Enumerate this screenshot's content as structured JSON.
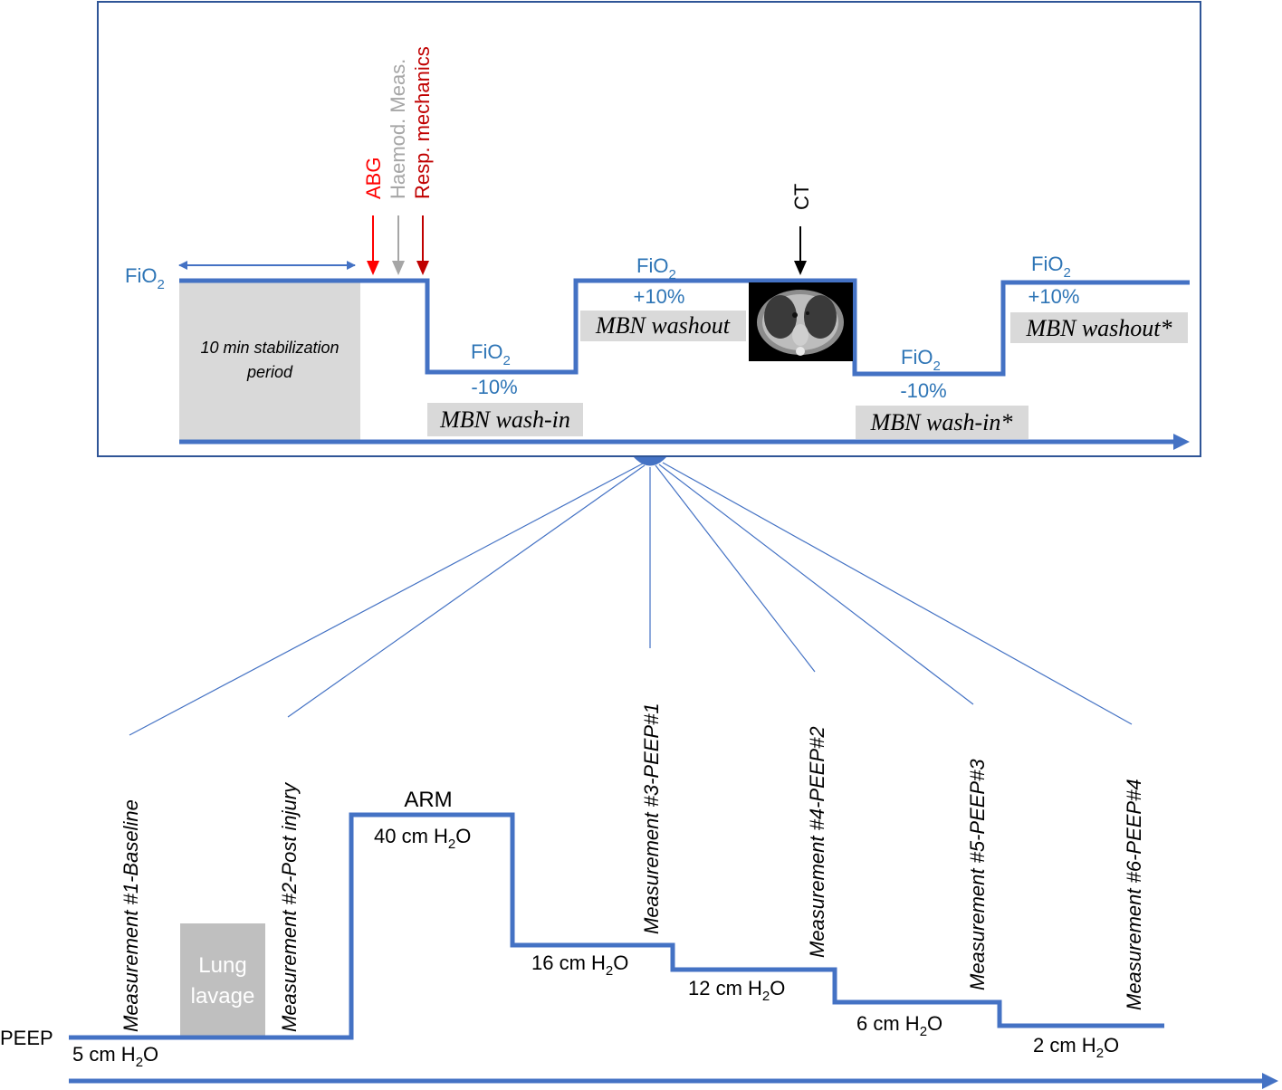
{
  "colors": {
    "line_blue": "#4472c4",
    "label_blue": "#2e75b6",
    "frame_navy": "#2f5597",
    "abg_red": "#ff0000",
    "haemod_gray": "#a6a6a6",
    "resp_darkred": "#c00000",
    "box_gray": "#d9d9d9",
    "lavage_gray": "#bfbfbf",
    "text_black": "#000000"
  },
  "top_panel": {
    "fio2_label": "FiO",
    "fio2_sub": "2",
    "stabilization": [
      "10 min stabilization",
      "period"
    ],
    "markers": {
      "abg": "ABG",
      "haemod": "Haemod. Meas.",
      "resp": "Resp. mechanics",
      "ct": "CT"
    },
    "steps": [
      {
        "fio2": "FiO",
        "sub": "2",
        "change": "-10%",
        "phase": "MBN wash-in"
      },
      {
        "fio2": "FiO",
        "sub": "2",
        "change": "+10%",
        "phase": "MBN washout"
      },
      {
        "fio2": "FiO",
        "sub": "2",
        "change": "-10%",
        "phase": "MBN wash-in*"
      },
      {
        "fio2": "FiO",
        "sub": "2",
        "change": "+10%",
        "phase": "MBN washout*"
      }
    ],
    "ct_image": "lung-ct-scan-image"
  },
  "bottom_panel": {
    "peep_label": "PEEP",
    "arm_label": "ARM",
    "lavage": [
      "Lung",
      "lavage"
    ],
    "pressures": [
      {
        "value": "5 cm H",
        "sub": "2",
        "tail": "O"
      },
      {
        "value": "40 cm H",
        "sub": "2",
        "tail": "O"
      },
      {
        "value": "16 cm H",
        "sub": "2",
        "tail": "O"
      },
      {
        "value": "12 cm H",
        "sub": "2",
        "tail": "O"
      },
      {
        "value": "6 cm H",
        "sub": "2",
        "tail": "O"
      },
      {
        "value": "2 cm H",
        "sub": "2",
        "tail": "O"
      }
    ],
    "measurements": [
      "Measurement #1-Baseline",
      "Measurement #2-Post injury",
      "Measurement #3-PEEP#1",
      "Measurement #4-PEEP#2",
      "Measurement #5-PEEP#3",
      "Measurement #6-PEEP#4"
    ]
  }
}
